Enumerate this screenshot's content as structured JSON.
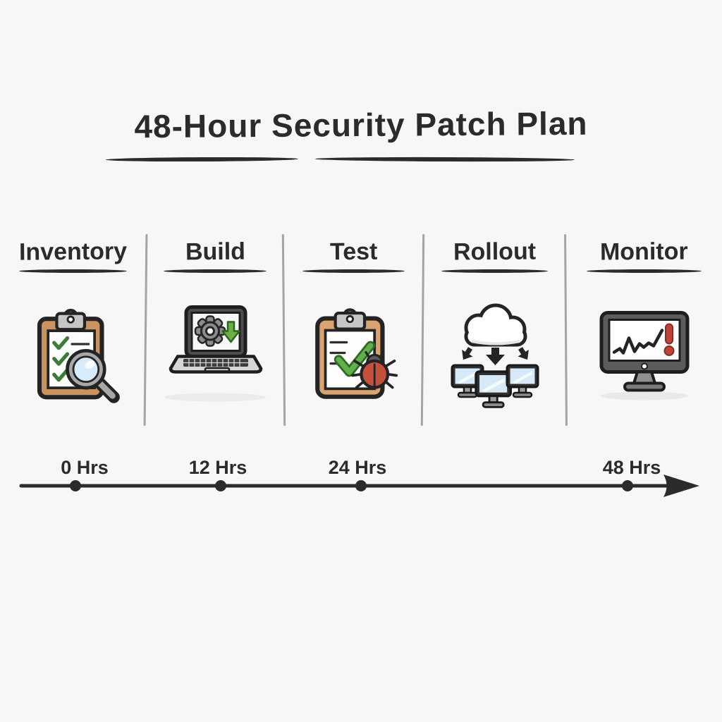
{
  "title": "48-Hour Security Patch Plan",
  "stages": [
    {
      "label": "Inventory",
      "icon": "clipboard-checklist-magnifier-icon"
    },
    {
      "label": "Build",
      "icon": "laptop-gear-download-icon"
    },
    {
      "label": "Test",
      "icon": "clipboard-checkmark-bug-icon"
    },
    {
      "label": "Rollout",
      "icon": "cloud-deploy-monitors-icon"
    },
    {
      "label": "Monitor",
      "icon": "monitor-trend-alert-icon"
    }
  ],
  "timeline": {
    "milestones": [
      {
        "label": "0 Hrs"
      },
      {
        "label": "12 Hrs"
      },
      {
        "label": "24 Hrs"
      },
      {
        "label": "48 Hrs"
      }
    ],
    "direction": "right-arrow"
  },
  "colors": {
    "ink": "#2b2b2b",
    "divider_gray": "#a4a4a4",
    "clipboard_tan": "#c9945f",
    "clipboard_tan_light": "#dba36d",
    "check_green": "#3c7d36",
    "big_check_green": "#62b04c",
    "download_green": "#6cae47",
    "bug_red": "#c5503c",
    "alert_red": "#c04335",
    "screen_blue": "#d7e9f7",
    "gear_gray": "#8d8d8d",
    "laptop_frame": "#4d4d4d",
    "metal_gray": "#c6c6c6",
    "background": "#f7f7f8"
  }
}
